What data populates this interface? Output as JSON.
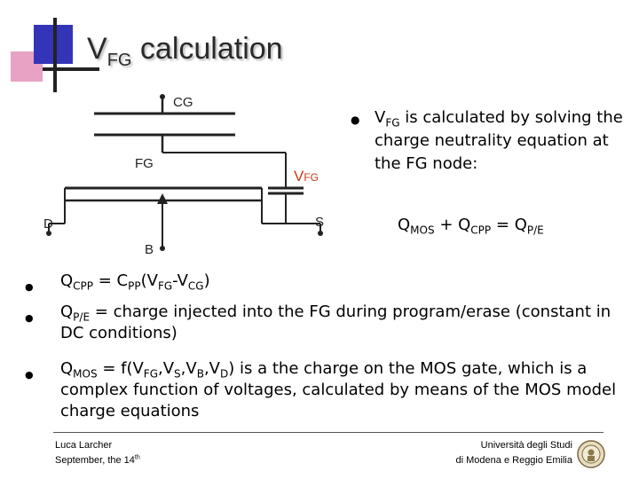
{
  "title": {
    "main": "V",
    "sub": "FG",
    "rest": " calculation"
  },
  "circuit": {
    "labels": {
      "cg": "CG",
      "fg": "FG",
      "d": "D",
      "s": "S",
      "b": "B",
      "vfg_main": "V",
      "vfg_sub": "FG"
    },
    "vfg_color": "#c83a1a"
  },
  "right_bullet": {
    "v": "V",
    "v_sub": "FG",
    "text": " is calculated by solving the charge neutrality equation at the FG node:"
  },
  "equation": {
    "q1": "Q",
    "q1_sub": "MOS",
    "plus": " + ",
    "q2": "Q",
    "q2_sub": "CPP",
    "equals": " = ",
    "q3": "Q",
    "q3_sub": "P/E"
  },
  "bullets": [
    {
      "q": "Q",
      "q_sub": "CPP",
      "eq": " = C",
      "c_sub": "PP",
      "open": "(V",
      "v1_sub": "FG",
      "minus": "-V",
      "v2_sub": "CG",
      "close": ")"
    },
    {
      "q": "Q",
      "q_sub": "P/E",
      "text": " = charge injected into the FG during program/erase (constant in DC conditions)"
    },
    {
      "q": "Q",
      "q_sub": "MOS",
      "f": " = f(V",
      "a_sub": "FG",
      "c1": ",V",
      "b_sub": "S",
      "c2": ",V",
      "c_sub": "B",
      "c3": ",V",
      "d_sub": "D",
      "text": ") is a the charge on the MOS gate, which is a complex function of voltages, calculated by means of the MOS model charge equations"
    }
  ],
  "footer": {
    "author": "Luca Larcher",
    "date": "September, the 14",
    "date_sup": "th",
    "univ1": "Università degli Studi",
    "univ2": "di Modena e Reggio Emilia"
  },
  "bullet_glyph": "●"
}
